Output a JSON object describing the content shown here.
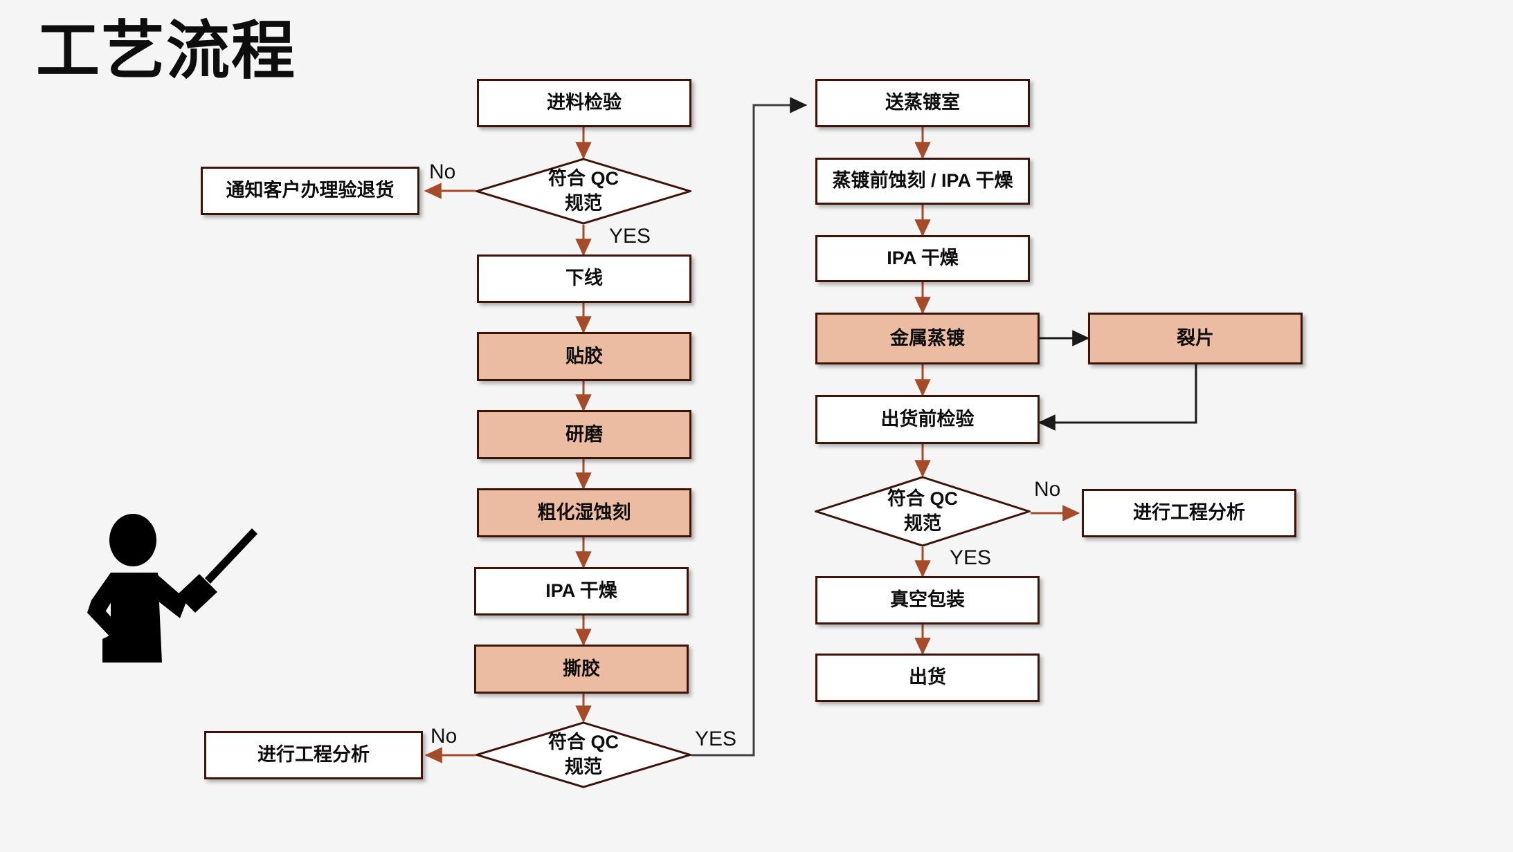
{
  "page": {
    "title": "工艺流程",
    "background_color": "#F5F5F5",
    "node_border_color": "#3D1508",
    "node_fill_white": "#FFFFFF",
    "node_fill_highlight": "#EBBCA2",
    "arrow_color_primary": "#A64B28",
    "arrow_color_secondary": "#3F3F3F"
  },
  "icons": {
    "presenter": "presenter-pointer-icon"
  },
  "flow": {
    "left_column": [
      {
        "id": "incoming-inspection",
        "label": "进料检验",
        "shape": "process",
        "fill": "white"
      },
      {
        "id": "qc-check-1",
        "label": "符合 QC\n规范",
        "line1": "符合 QC",
        "line2": "规范",
        "shape": "decision",
        "fill": "white"
      },
      {
        "id": "offline",
        "label": "下线",
        "shape": "process",
        "fill": "white"
      },
      {
        "id": "tape-attach",
        "label": "贴胶",
        "shape": "process",
        "fill": "highlight"
      },
      {
        "id": "grinding",
        "label": "研磨",
        "shape": "process",
        "fill": "highlight"
      },
      {
        "id": "rough-wet-etch",
        "label": "粗化湿蚀刻",
        "shape": "process",
        "fill": "highlight"
      },
      {
        "id": "ipa-dry-left",
        "label": "IPA 干燥",
        "shape": "process",
        "fill": "white"
      },
      {
        "id": "tape-remove",
        "label": "撕胶",
        "shape": "process",
        "fill": "highlight"
      },
      {
        "id": "qc-check-2",
        "label": "符合 QC\n规范",
        "line1": "符合 QC",
        "line2": "规范",
        "shape": "decision",
        "fill": "white"
      }
    ],
    "left_branches": [
      {
        "id": "notify-customer-return",
        "label": "通知客户办理验退货",
        "shape": "process",
        "fill": "white"
      },
      {
        "id": "engineering-analysis-left",
        "label": "进行工程分析",
        "shape": "process",
        "fill": "white"
      }
    ],
    "right_column": [
      {
        "id": "send-to-evaporation-room",
        "label": "送蒸镀室",
        "shape": "process",
        "fill": "white"
      },
      {
        "id": "pre-evap-etch-ipa",
        "label": "蒸镀前蚀刻 / IPA 干燥",
        "shape": "process",
        "fill": "white"
      },
      {
        "id": "ipa-dry-right",
        "label": "IPA 干燥",
        "shape": "process",
        "fill": "white"
      },
      {
        "id": "metal-evaporation",
        "label": "金属蒸镀",
        "shape": "process",
        "fill": "highlight"
      },
      {
        "id": "pre-shipment-inspection",
        "label": "出货前检验",
        "shape": "process",
        "fill": "white"
      },
      {
        "id": "qc-check-3",
        "label": "符合 QC\n规范",
        "line1": "符合 QC",
        "line2": "规范",
        "shape": "decision",
        "fill": "white"
      },
      {
        "id": "vacuum-packing",
        "label": "真空包装",
        "shape": "process",
        "fill": "white"
      },
      {
        "id": "shipment",
        "label": "出货",
        "shape": "process",
        "fill": "white"
      }
    ],
    "right_branches": [
      {
        "id": "wafer-dicing",
        "label": "裂片",
        "shape": "process",
        "fill": "highlight"
      },
      {
        "id": "engineering-analysis-right",
        "label": "进行工程分析",
        "shape": "process",
        "fill": "white"
      }
    ],
    "edge_labels": {
      "qc1_no": "No",
      "qc1_yes": "YES",
      "qc2_no": "No",
      "qc2_yes": "YES",
      "qc3_no": "No",
      "qc3_yes": "YES"
    }
  }
}
